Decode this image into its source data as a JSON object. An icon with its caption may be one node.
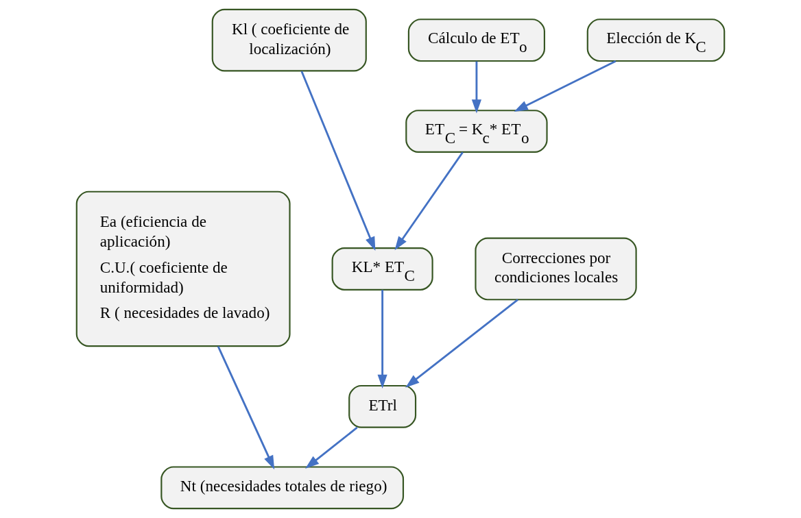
{
  "diagram": {
    "nodes": [
      {
        "text": [
          "Cálculo de ET$_{o}$"
        ]
      },
      {
        "text": [
          "Elección de K$_{C}$"
        ]
      },
      {
        "text": [
          "Kl ( coeficiente de localización)"
        ]
      },
      {
        "text": [
          "ET$_{C}$ = K$_{c}$* ET$_{o}$"
        ]
      },
      {
        "text": [
          "Ea (eficiencia de aplicación)",
          "C.U.( coeficiente de uniformidad)",
          "R ( necesidades de lavado)"
        ]
      },
      {
        "text": [
          "KL* ET$_{C}$"
        ]
      },
      {
        "text": [
          "Correcciones por condiciones locales"
        ]
      },
      {
        "text": [
          "ETrl"
        ]
      },
      {
        "text": [
          "Nt (necesidades totales de riego)"
        ]
      }
    ],
    "edges": [
      {
        "from": 0,
        "to": 3,
        "arrow": "to"
      },
      {
        "from": 1,
        "to": 3,
        "arrow": "to"
      },
      {
        "from": 3,
        "to": 5,
        "arrow": "to"
      },
      {
        "from": 2,
        "to": 5,
        "arrow": "to"
      },
      {
        "from": 5,
        "to": 7,
        "arrow": "to"
      },
      {
        "from": 6,
        "to": 7,
        "arrow": "to"
      },
      {
        "from": 7,
        "to": 8,
        "arrow": "to"
      },
      {
        "from": 4,
        "to": 8,
        "arrow": "to"
      }
    ]
  }
}
